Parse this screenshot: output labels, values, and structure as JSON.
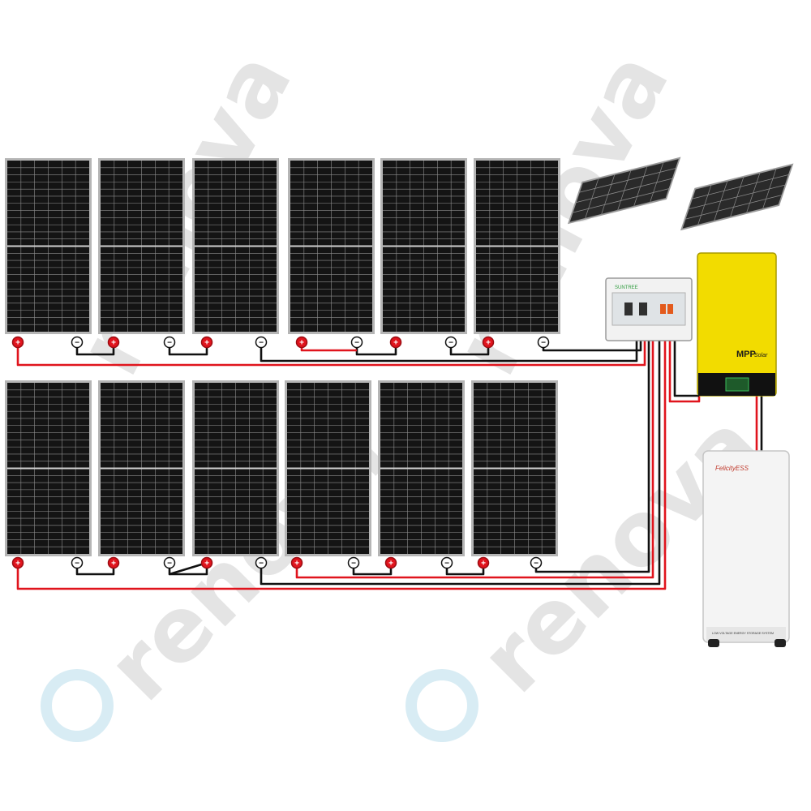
{
  "watermark": {
    "text": "renova",
    "color": "#e2e2e2",
    "logo_color": "#d8ecf4"
  },
  "panels": {
    "frame_color": "#b5b5b5",
    "cell_color": "#141414",
    "grid_color": "#8f8f8f",
    "columns": 6,
    "rows": 2
  },
  "terminals": {
    "positive_symbol": "+",
    "negative_symbol": "−",
    "positive_color": "#e0141d",
    "negative_color": "#111111"
  },
  "wires": {
    "positive_color": "#e0141d",
    "negative_color": "#111111"
  },
  "combiner_box": {
    "brand": "SUNTREE",
    "body_color": "#f2f2f2"
  },
  "inverter": {
    "brand": "MPP",
    "brand_sub": "Solar",
    "body_color": "#f2dc00",
    "panel_color": "#111111"
  },
  "battery": {
    "brand": "FelicityESS",
    "label": "LOW VOLTAGE ENERGY STORAGE SYSTEM",
    "body_color": "#f4f4f4"
  }
}
